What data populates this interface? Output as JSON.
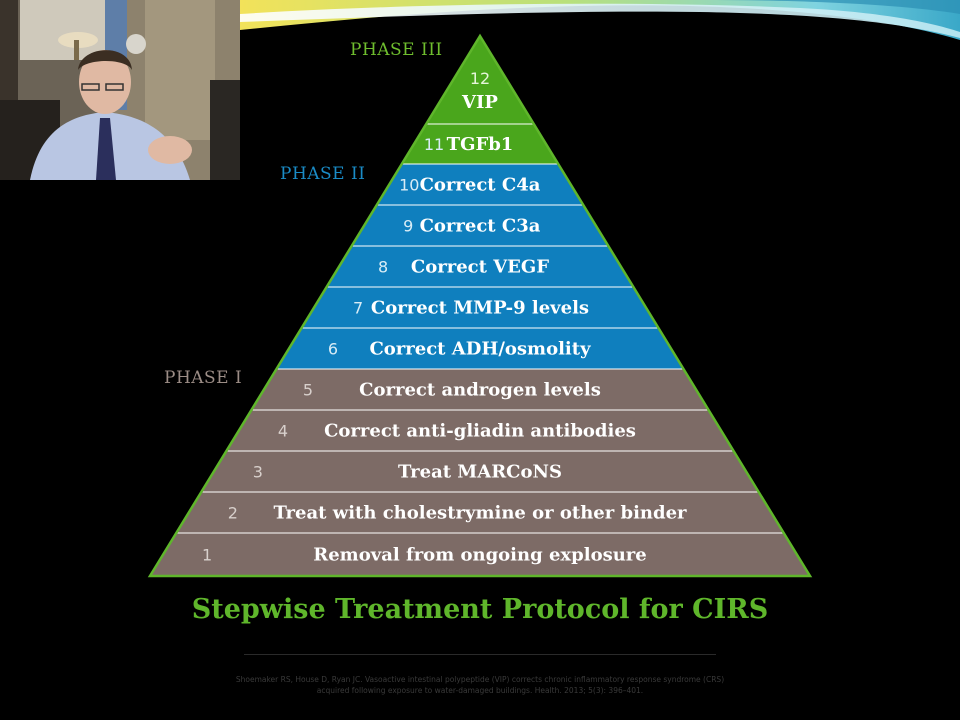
{
  "phases": {
    "phase_iii": "PHASE III",
    "phase_ii": "PHASE II",
    "phase_i": "PHASE I"
  },
  "levels": [
    {
      "num": "12",
      "label": "VIP",
      "phase": "III"
    },
    {
      "num": "11",
      "label": "TGFb1",
      "phase": "III"
    },
    {
      "num": "10",
      "label": "Correct C4a",
      "phase": "II"
    },
    {
      "num": "9",
      "label": "Correct C3a",
      "phase": "II"
    },
    {
      "num": "8",
      "label": "Correct VEGF",
      "phase": "II"
    },
    {
      "num": "7",
      "label": "Correct MMP-9 levels",
      "phase": "II"
    },
    {
      "num": "6",
      "label": "Correct ADH/osmolity",
      "phase": "II"
    },
    {
      "num": "5",
      "label": "Correct androgen levels",
      "phase": "I"
    },
    {
      "num": "4",
      "label": "Correct anti-gliadin antibodies",
      "phase": "I"
    },
    {
      "num": "3",
      "label": "Treat MARCoNS",
      "phase": "I"
    },
    {
      "num": "2",
      "label": "Treat with cholestrymine or other binder",
      "phase": "I"
    },
    {
      "num": "1",
      "label": "Removal from ongoing explosure",
      "phase": "I"
    }
  ],
  "colors": {
    "phase_iii": "#4aa61c",
    "phase_ii": "#0f7fbe",
    "phase_i": "#7d6b66",
    "outline": "#5fb62b",
    "title": "#5fb62b"
  },
  "title": "Stepwise Treatment Protocol for CIRS",
  "citation": "Shoemaker RS, House D, Ryan JC. Vasoactive intestinal polypeptide (VIP) corrects chronic inflammatory response syndrome (CRS) acquired following exposure to water-damaged buildings. Health. 2013; 5(3): 396–401."
}
